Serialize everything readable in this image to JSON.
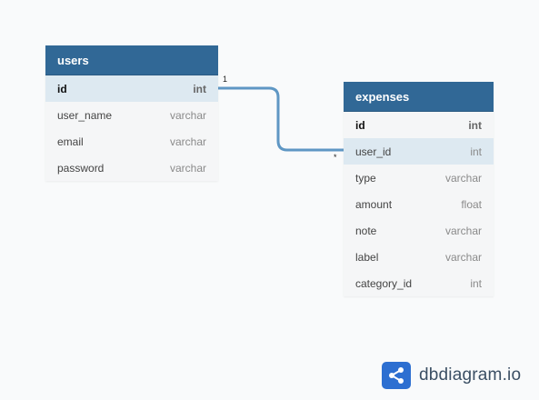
{
  "tables": {
    "users": {
      "name": "users",
      "fields": [
        {
          "name": "id",
          "type": "int"
        },
        {
          "name": "user_name",
          "type": "varchar"
        },
        {
          "name": "email",
          "type": "varchar"
        },
        {
          "name": "password",
          "type": "varchar"
        }
      ]
    },
    "expenses": {
      "name": "expenses",
      "fields": [
        {
          "name": "id",
          "type": "int"
        },
        {
          "name": "user_id",
          "type": "int"
        },
        {
          "name": "type",
          "type": "varchar"
        },
        {
          "name": "amount",
          "type": "float"
        },
        {
          "name": "note",
          "type": "varchar"
        },
        {
          "name": "label",
          "type": "varchar"
        },
        {
          "name": "category_id",
          "type": "int"
        }
      ]
    }
  },
  "relationship": {
    "from_label": "1",
    "to_label": "*"
  },
  "brand": {
    "name": "dbdiagram.io",
    "icon": "share-graph-icon"
  },
  "colors": {
    "header": "#316896",
    "relation_line": "#5f97c4",
    "highlight_row": "#dde9f1",
    "brand_blue": "#2d6fd1",
    "background": "#f9fafb"
  }
}
